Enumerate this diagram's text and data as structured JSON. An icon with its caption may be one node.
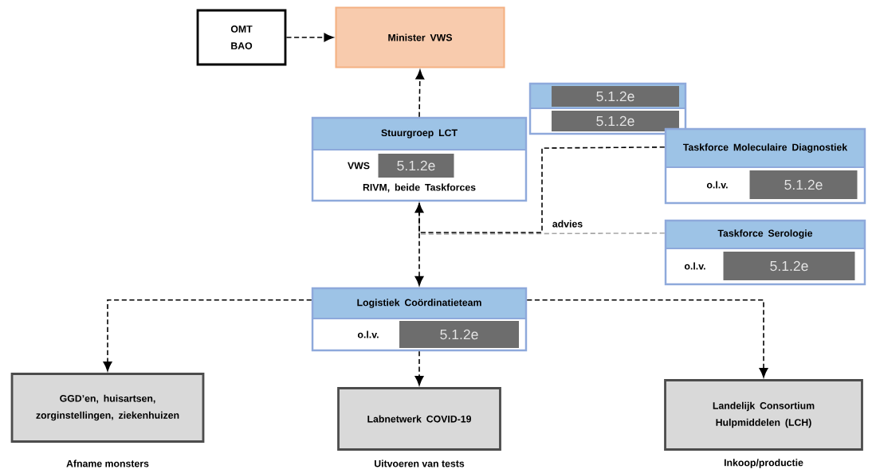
{
  "diagram": {
    "nodes": [
      {
        "text": [
          "OMT BAO"
        ]
      },
      {
        "text": [
          "Minister VWS"
        ]
      },
      {
        "text": [
          "Stuurgroep LCT",
          "VWS",
          "RIVM, beide Taskforces"
        ]
      },
      {
        "text": [
          "5.1.2e"
        ],
        "in": 2
      },
      {
        "text": [],
        "shape": "box"
      },
      {
        "text": [
          "5.1.2e"
        ],
        "in": 4
      },
      {
        "text": [
          "5.1.2e"
        ],
        "in": 4
      },
      {
        "text": [
          "Taskforce Moleculaire Diagnostiek",
          "o.l.v."
        ]
      },
      {
        "text": [
          "5.1.2e"
        ],
        "in": 7
      },
      {
        "text": [
          "Taskforce Serologie",
          "o.l.v."
        ]
      },
      {
        "text": [
          "5.1.2e"
        ],
        "in": 9
      },
      {
        "text": [
          "Logistiek Coördinatieteam",
          "o.l.v."
        ]
      },
      {
        "text": [
          "5.1.2e"
        ],
        "in": 11
      },
      {
        "text": [
          "GGD’en, huisartsen, zorginstellingen, ziekenhuizen"
        ],
        "beside": [
          "Afname monsters"
        ]
      },
      {
        "text": [
          "Labnetwerk COVID-19"
        ],
        "beside": [
          "Uitvoeren van tests"
        ]
      },
      {
        "text": [
          "Landelijk Consortium Hulpmiddelen (LCH)"
        ],
        "beside": [
          "Inkoop/productie"
        ]
      }
    ],
    "edges": [
      {
        "from": 0,
        "to": 1,
        "arrow": "to",
        "style": "dashed"
      },
      {
        "from": 2,
        "to": 1,
        "arrow": "to",
        "style": "dashed"
      },
      {
        "from": 11,
        "to": 2,
        "arrow": "both",
        "style": "dashed"
      },
      {
        "from": 7,
        "to": 2,
        "arrow": "none",
        "style": "dashed",
        "label": "advies"
      },
      {
        "from": 9,
        "to": 2,
        "arrow": "none",
        "style": "dashed",
        "color": "#a6a6a6"
      },
      {
        "from": 11,
        "to": 13,
        "arrow": "to",
        "style": "dashed"
      },
      {
        "from": 11,
        "to": 14,
        "arrow": "to",
        "style": "dashed"
      },
      {
        "from": 11,
        "to": 15,
        "arrow": "to",
        "style": "dashed"
      }
    ]
  }
}
